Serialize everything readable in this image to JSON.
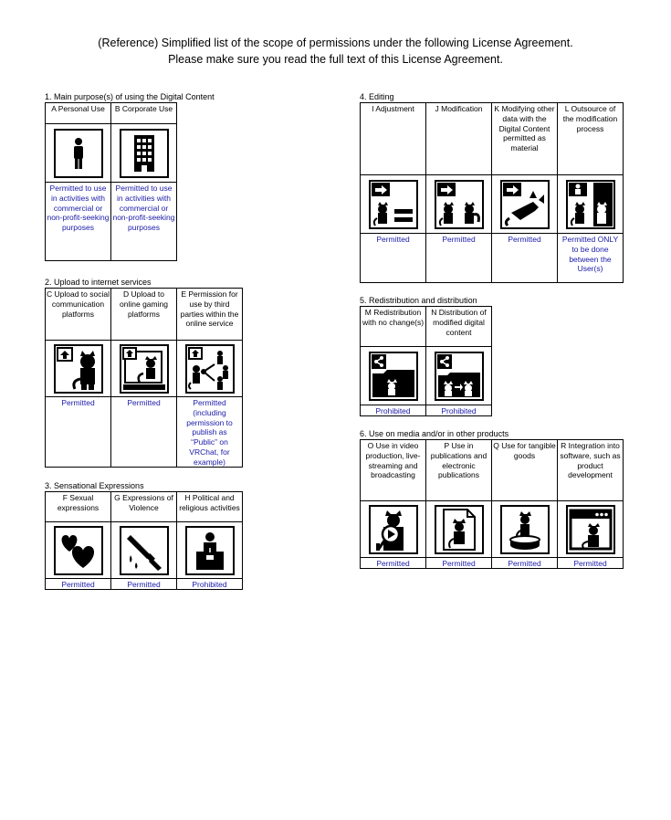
{
  "header": {
    "line1": "(Reference) Simplified list of the scope of permissions under the following License Agreement.",
    "line2": "Please make sure you read the full text of this License Agreement."
  },
  "sections": [
    {
      "title": "1. Main purpose(s) of using the Digital Content",
      "items": [
        {
          "label": "A Personal Use",
          "icon": "person-icon",
          "status": "Permitted to use in activities with commercial or non-profit-seeking purposes"
        },
        {
          "label": "B Corporate Use",
          "icon": "building-icon",
          "status": "Permitted to use in activities with commercial or non-profit-seeking purposes"
        }
      ]
    },
    {
      "title": "2. Upload to internet services",
      "items": [
        {
          "label": "C Upload to social communication platforms",
          "icon": "upload-social-icon",
          "status": "Permitted"
        },
        {
          "label": "D Upload to online gaming platforms",
          "icon": "upload-gaming-icon",
          "status": "Permitted"
        },
        {
          "label": "E Permission for use by third parties within the online service",
          "icon": "share-third-party-icon",
          "status": "Permitted (including permission to publish as “Public” on VRChat, for example)"
        }
      ]
    },
    {
      "title": "3. Sensational Expressions",
      "items": [
        {
          "label": "F Sexual expressions",
          "icon": "hearts-icon",
          "status": "Permitted"
        },
        {
          "label": "G Expressions of Violence",
          "icon": "knife-icon",
          "status": "Permitted"
        },
        {
          "label": "H Political and religious activities",
          "icon": "podium-icon",
          "status": "Prohibited"
        }
      ]
    },
    {
      "title": "4. Editing",
      "items": [
        {
          "label": "I Adjustment",
          "icon": "adjustment-icon",
          "status": "Permitted"
        },
        {
          "label": "J Modification",
          "icon": "modification-icon",
          "status": "Permitted"
        },
        {
          "label": "K Modifying other data with the Digital Content permitted as material",
          "icon": "modify-other-icon",
          "status": "Permitted"
        },
        {
          "label": "L Outsource of the modification process",
          "icon": "outsource-icon",
          "status": "Permitted ONLY to be done between the User(s)"
        }
      ]
    },
    {
      "title": "5. Redistribution and distribution",
      "items": [
        {
          "label": "M Redistribution with no change(s)",
          "icon": "redistribution-icon",
          "status": "Prohibited"
        },
        {
          "label": "N Distribution of modified digital content",
          "icon": "distribution-modified-icon",
          "status": "Prohibited"
        }
      ]
    },
    {
      "title": "6. Use on media and/or in other products",
      "items": [
        {
          "label": "O Use in video production, live-streaming and broadcasting",
          "icon": "video-icon",
          "status": "Permitted"
        },
        {
          "label": "P Use in publications and electronic publications",
          "icon": "publication-icon",
          "status": "Permitted"
        },
        {
          "label": "Q Use for tangible goods",
          "icon": "figure-goods-icon",
          "status": "Permitted"
        },
        {
          "label": "R Integration into software, such as product development",
          "icon": "software-icon",
          "status": "Permitted"
        }
      ]
    }
  ]
}
